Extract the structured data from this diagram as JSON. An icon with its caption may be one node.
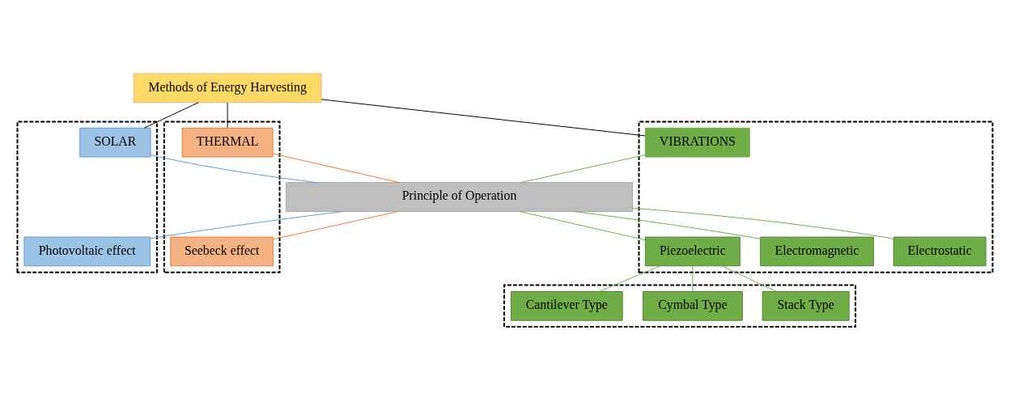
{
  "diagram": {
    "nodes": [
      {
        "text": [
          "Methods of Energy Harvesting"
        ]
      },
      {
        "text": [],
        "shape": "box"
      },
      {
        "text": [
          "SOLAR"
        ],
        "in": 1
      },
      {
        "text": [],
        "shape": "box"
      },
      {
        "text": [
          "THERMAL"
        ],
        "in": 3
      },
      {
        "text": [],
        "shape": "box"
      },
      {
        "text": [
          "VIBRATIONS"
        ],
        "in": 5
      },
      {
        "text": [
          "Principle of Operation"
        ]
      },
      {
        "text": [
          "Photovoltaic effect"
        ],
        "in": 1
      },
      {
        "text": [
          "Seebeck effect"
        ],
        "in": 3
      },
      {
        "text": [
          "Electrostatic"
        ],
        "in": 5
      },
      {
        "text": [
          "Electromagnetic"
        ],
        "in": 5
      },
      {
        "text": [
          "Piezoelectric"
        ],
        "in": 5
      },
      {
        "text": [],
        "shape": "box"
      },
      {
        "text": [
          "Stack Type"
        ],
        "in": 13
      },
      {
        "text": [
          "Cymbal Type"
        ],
        "in": 13
      },
      {
        "text": [
          "Cantilever Type"
        ],
        "in": 13
      }
    ],
    "edges": [
      {
        "from": 0,
        "to": 2,
        "arrow": "none",
        "color": "#000000"
      },
      {
        "from": 0,
        "to": 4,
        "arrow": "none",
        "color": "#000000"
      },
      {
        "from": 0,
        "to": 6,
        "arrow": "none",
        "color": "#000000"
      },
      {
        "from": 2,
        "to": 7,
        "arrow": "none",
        "color": "#5b9bd5"
      },
      {
        "from": 4,
        "to": 7,
        "arrow": "none",
        "color": "#ed7d31"
      },
      {
        "from": 6,
        "to": 7,
        "arrow": "none"
      },
      {
        "from": 7,
        "to": 8,
        "arrow": "none",
        "color": "#5b9bd5"
      },
      {
        "from": 7,
        "to": 9,
        "arrow": "none",
        "color": "#ed7d31"
      },
      {
        "from": 7,
        "to": 10,
        "arrow": "none"
      },
      {
        "from": 7,
        "to": 11,
        "arrow": "none"
      },
      {
        "from": 7,
        "to": 12,
        "arrow": "none"
      },
      {
        "from": 12,
        "to": 14,
        "arrow": "none"
      },
      {
        "from": 12,
        "to": 15,
        "arrow": "none"
      },
      {
        "from": 12,
        "to": 16,
        "arrow": "none"
      }
    ]
  }
}
